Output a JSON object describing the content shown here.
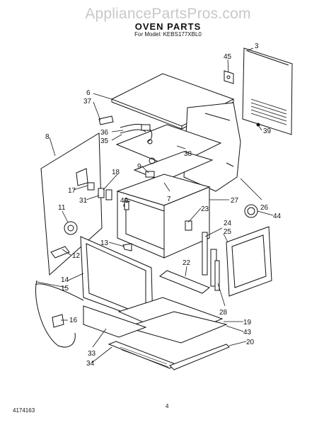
{
  "header": {
    "watermark": "AppliancePartsPros.com",
    "title": "OVEN PARTS",
    "subtitle": "For Model: KEBS177XBL0"
  },
  "footer": {
    "doc_number": "4174163",
    "page_number": "4"
  },
  "callouts": {
    "c3": "3",
    "c45": "45",
    "c6": "6",
    "c37": "37",
    "c36": "36",
    "c35": "35",
    "c39": "39",
    "c8": "8",
    "c38": "38",
    "c9": "9",
    "c18": "18",
    "c17": "17",
    "c31": "31",
    "c7": "7",
    "c27": "27",
    "c40": "40",
    "c26": "26",
    "c11": "11",
    "c23": "23",
    "c44": "44",
    "c24": "24",
    "c25": "25",
    "c12": "12",
    "c13": "13",
    "c14": "14",
    "c15": "15",
    "c22": "22",
    "c16": "16",
    "c28": "28",
    "c19": "19",
    "c43": "43",
    "c33": "33",
    "c20": "20",
    "c34": "34"
  }
}
